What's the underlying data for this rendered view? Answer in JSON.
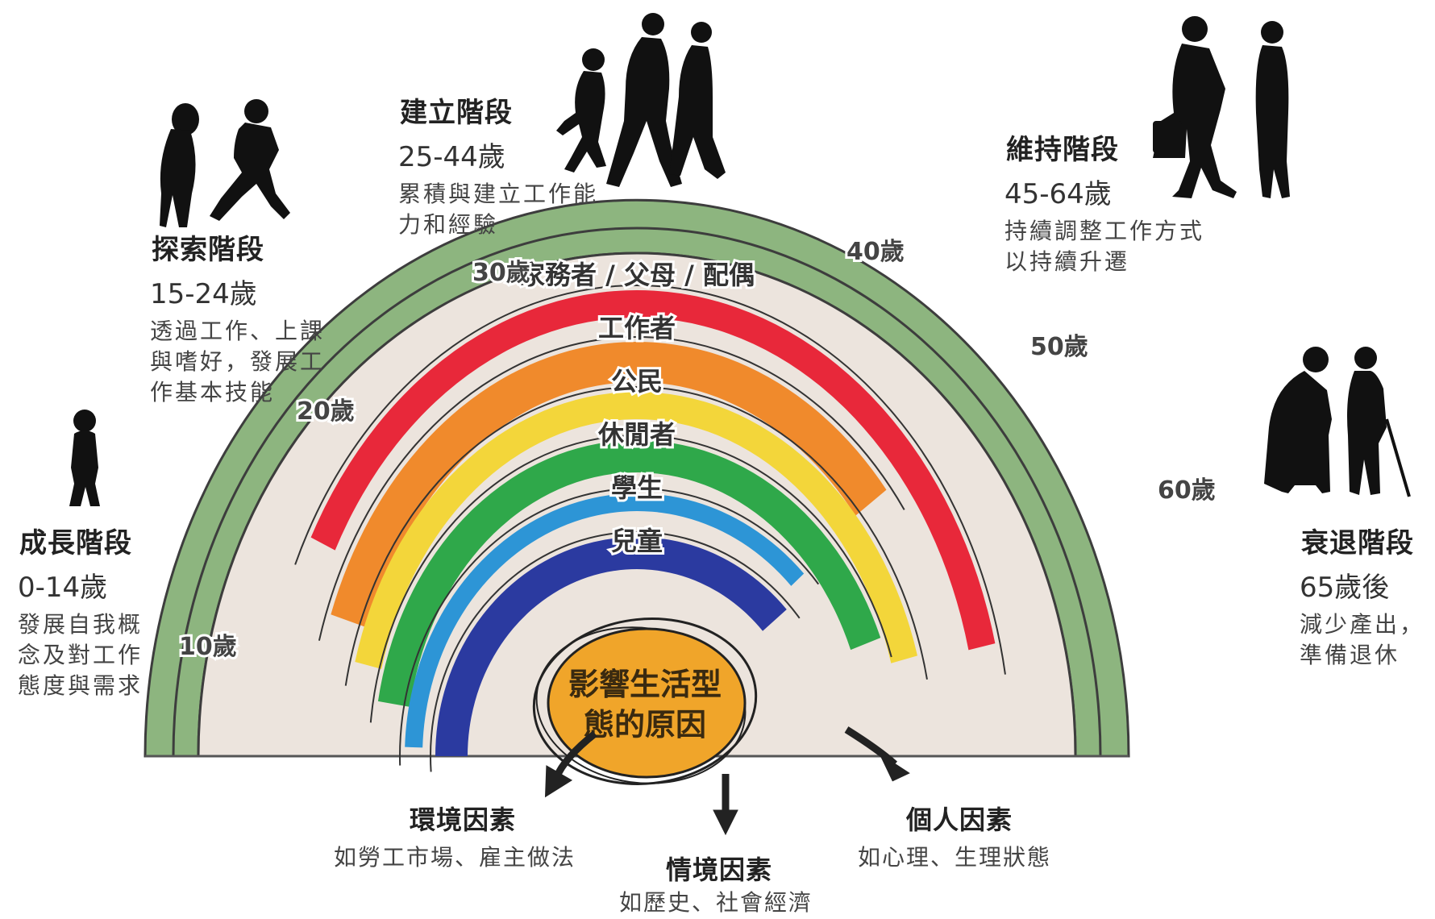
{
  "colors": {
    "outer_band": "#8db57f",
    "inner_fill": "#ece4dd",
    "homemaker": "#e8283a",
    "worker": "#f08a2c",
    "citizen": "#f3d63a",
    "leisurite": "#2fa84a",
    "student": "#2d95d6",
    "child": "#2b3aa0",
    "center": "#f0a52a"
  },
  "stages": [
    {
      "title": "成長階段",
      "age": "0-14歲",
      "desc": [
        "發展自我概",
        "念及對工作",
        "態度與需求"
      ],
      "brush": "#e38a7e"
    },
    {
      "title": "探索階段",
      "age": "15-24歲",
      "desc": [
        "透過工作、上課",
        "與嗜好，發展工",
        "作基本技能"
      ],
      "brush": "#f3a66a"
    },
    {
      "title": "建立階段",
      "age": "25-44歲",
      "desc": [
        "累積與建立工作能",
        "力和經驗"
      ],
      "brush": "#f2c060"
    },
    {
      "title": "維持階段",
      "age": "45-64歲",
      "desc": [
        "持續調整工作方式",
        "以持續升遷"
      ],
      "brush": "#9fcf95"
    },
    {
      "title": "衰退階段",
      "age": "65歲後",
      "desc": [
        "減少產出，",
        "準備退休"
      ],
      "brush": "#9ec4d8"
    }
  ],
  "age_ticks": [
    "10歲",
    "20歲",
    "30歲",
    "40歲",
    "50歲",
    "60歲"
  ],
  "roles": [
    "家務者 / 父母 / 配偶",
    "工作者",
    "公民",
    "休閒者",
    "學生",
    "兒童"
  ],
  "center": {
    "lines": [
      "影響生活型",
      "態的原因"
    ]
  },
  "factors": [
    {
      "title": "環境因素",
      "desc": "如勞工市場、雇主做法"
    },
    {
      "title": "情境因素",
      "desc": "如歷史、社會經濟"
    },
    {
      "title": "個人因素",
      "desc": "如心理、生理狀態"
    }
  ]
}
